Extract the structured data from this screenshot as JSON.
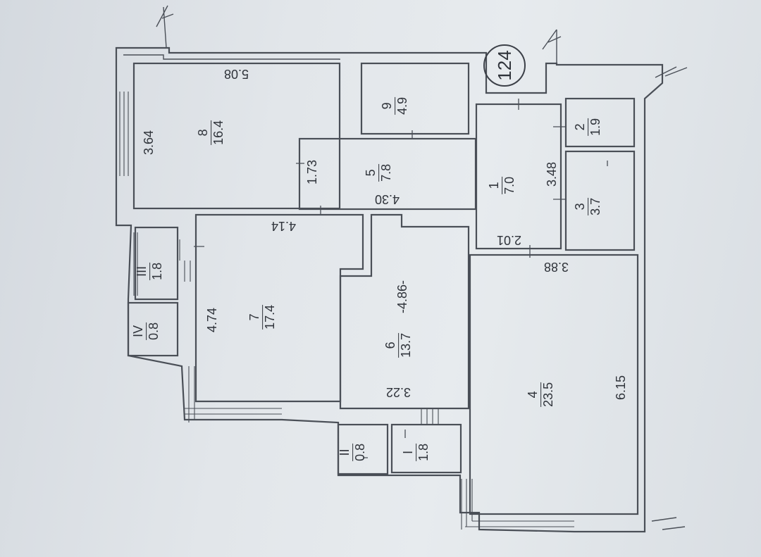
{
  "apartment_number": "124",
  "rooms": [
    {
      "id": "8",
      "area": "16.4"
    },
    {
      "id": "9",
      "area": "4.9"
    },
    {
      "id": "5",
      "area": "7.8"
    },
    {
      "id": "1",
      "area": "7.0"
    },
    {
      "id": "2",
      "area": "1.9"
    },
    {
      "id": "3",
      "area": "3.7"
    },
    {
      "id": "7",
      "area": "17.4"
    },
    {
      "id": "6",
      "area": "13.7"
    },
    {
      "id": "4",
      "area": "23.5"
    },
    {
      "id": "III",
      "area": "1.8"
    },
    {
      "id": "IV",
      "area": "0.8"
    },
    {
      "id": "II",
      "area": "0.8"
    },
    {
      "id": "I",
      "area": "1.8"
    }
  ],
  "dimensions": [
    "5.08",
    "3.64",
    "1.73",
    "4.30",
    "4.14",
    "3.48",
    "2.01",
    "3.88",
    "4.74",
    "-4.86-",
    "3.22",
    "6.15"
  ]
}
